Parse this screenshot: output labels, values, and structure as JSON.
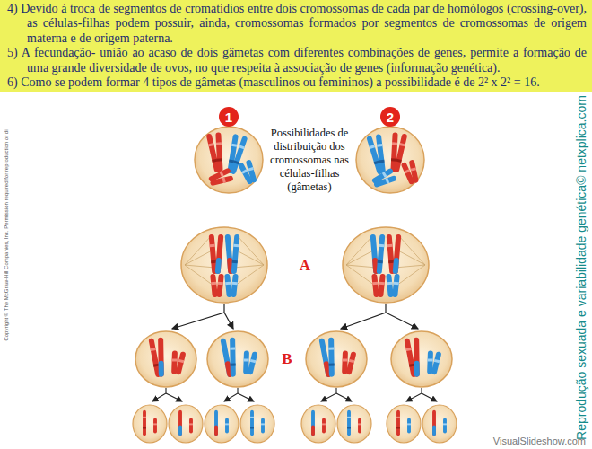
{
  "diagram": {
    "nodes": [
      {
        "text": [
          "4) Devido à troca de segmentos de cromatídios entre dois cromossomas de cada par de homólogos (crossing-over), as células-filhas podem possuir, ainda, cromossomas formados por segmentos de cromossomas de origem materna e de origem paterna.",
          "5) A fecundação- união ao acaso de dois gâmetas com diferentes combinações de genes, permite a formação de uma grande diversidade de ovos, no que respeita à associação de genes (informação genética).",
          "6) Como se podem formar 4 tipos de gâmetas (masculinos ou femininos) a possibilidade é de 2² x 2² = 16."
        ]
      },
      {
        "text": [
          "1"
        ]
      },
      {
        "text": [
          "2"
        ]
      }
    ],
    "labels": [
      "Possibilidades de distribuição dos cromossomas nas células-filhas (gâmetas)",
      "A",
      "B",
      "Reprodução sexuada e variabilidade genética© netxplica.com",
      "Copyright © The McGraw-Hill Companies, Inc. Permission required for reproduction or di",
      "VisualSlideshow.com"
    ]
  }
}
